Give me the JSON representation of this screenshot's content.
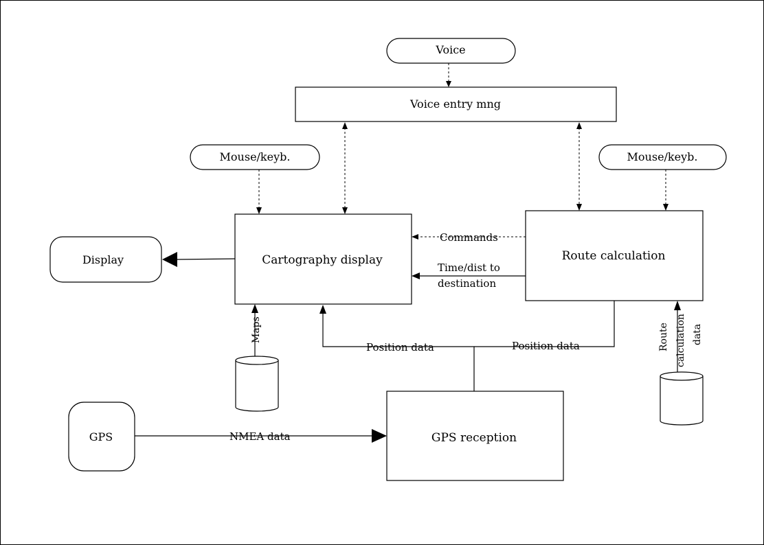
{
  "nodes": {
    "voice": "Voice",
    "voice_entry": "Voice entry mng",
    "mouse_left": "Mouse/keyb.",
    "mouse_right": "Mouse/keyb.",
    "display": "Display",
    "cartography": "Cartography display",
    "route_calc": "Route calculation",
    "gps": "GPS",
    "gps_reception": "GPS reception"
  },
  "edges": {
    "commands": "Commands",
    "time_dist_1": "Time/dist to",
    "time_dist_2": "destination",
    "maps": "Maps",
    "position_left": "Position data",
    "position_right": "Position data",
    "nmea": "NMEA data",
    "route_data_1": "Route",
    "route_data_2": "calculation",
    "route_data_3": "data"
  }
}
